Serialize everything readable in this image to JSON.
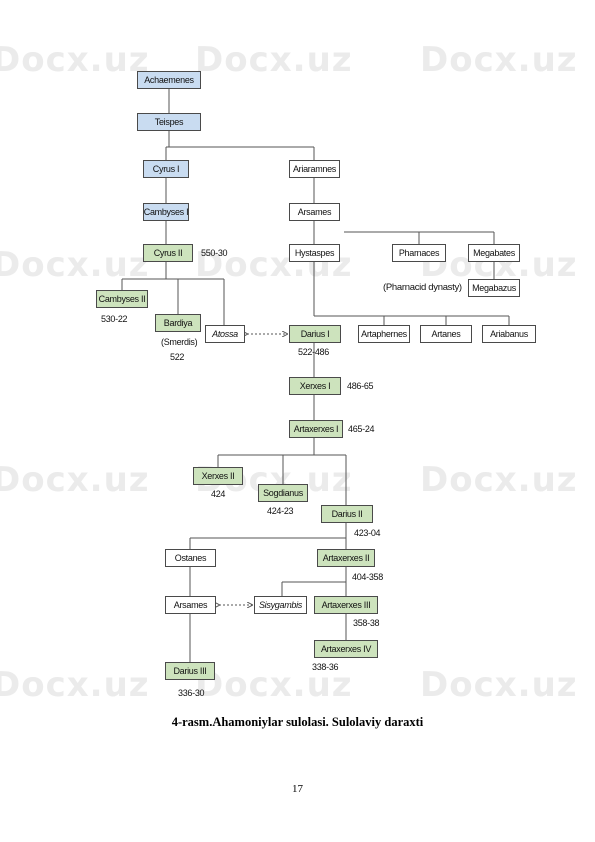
{
  "watermark": "Docx.uz",
  "nodes": {
    "achaemenes": "Achaemenes",
    "teispes": "Teispes",
    "cyrus1": "Cyrus I",
    "ariaramnes": "Ariaramnes",
    "cambyses1": "Cambyses I",
    "arsames1": "Arsames",
    "cyrus2": "Cyrus II",
    "hystaspes": "Hystaspes",
    "pharnaces": "Pharnaces",
    "megabates": "Megabates",
    "megabazus": "Megabazus",
    "cambyses2": "Cambyses II",
    "bardiya": "Bardiya",
    "atossa": "Atossa",
    "darius1": "Darius I",
    "artaphernes": "Artaphernes",
    "artanes": "Artanes",
    "ariabanus": "Ariabanus",
    "xerxes1": "Xerxes I",
    "artaxerxes1": "Artaxerxes I",
    "xerxes2": "Xerxes II",
    "sogdianus": "Sogdianus",
    "darius2": "Darius II",
    "ostanes": "Ostanes",
    "artaxerxes2": "Artaxerxes II",
    "arsames2": "Arsames",
    "sisygambis": "Sisygambis",
    "artaxerxes3": "Artaxerxes III",
    "artaxerxes4": "Artaxerxes IV",
    "darius3": "Darius III"
  },
  "labels": {
    "cyrus2_reign": "550-30",
    "pharnacid": "(Pharnacid dynasty)",
    "cambyses2_reign": "530-22",
    "smerdis": "(Smerdis)",
    "bardiya_reign": "522",
    "darius1_reign": "522-486",
    "xerxes1_reign": "486-65",
    "artaxerxes1_reign": "465-24",
    "xerxes2_reign": "424",
    "sogdianus_reign": "424-23",
    "darius2_reign": "423-04",
    "artaxerxes2_reign": "404-358",
    "artaxerxes3_reign": "358-38",
    "artaxerxes4_reign": "338-36",
    "darius3_reign": "336-30"
  },
  "caption": "4-rasm.Ahamoniylar sulolasi. Sulolaviy daraxti",
  "page_number": "17",
  "colors": {
    "blue_fill": "#c9dcf1",
    "green_fill": "#cde3bd",
    "line": "#555555"
  }
}
